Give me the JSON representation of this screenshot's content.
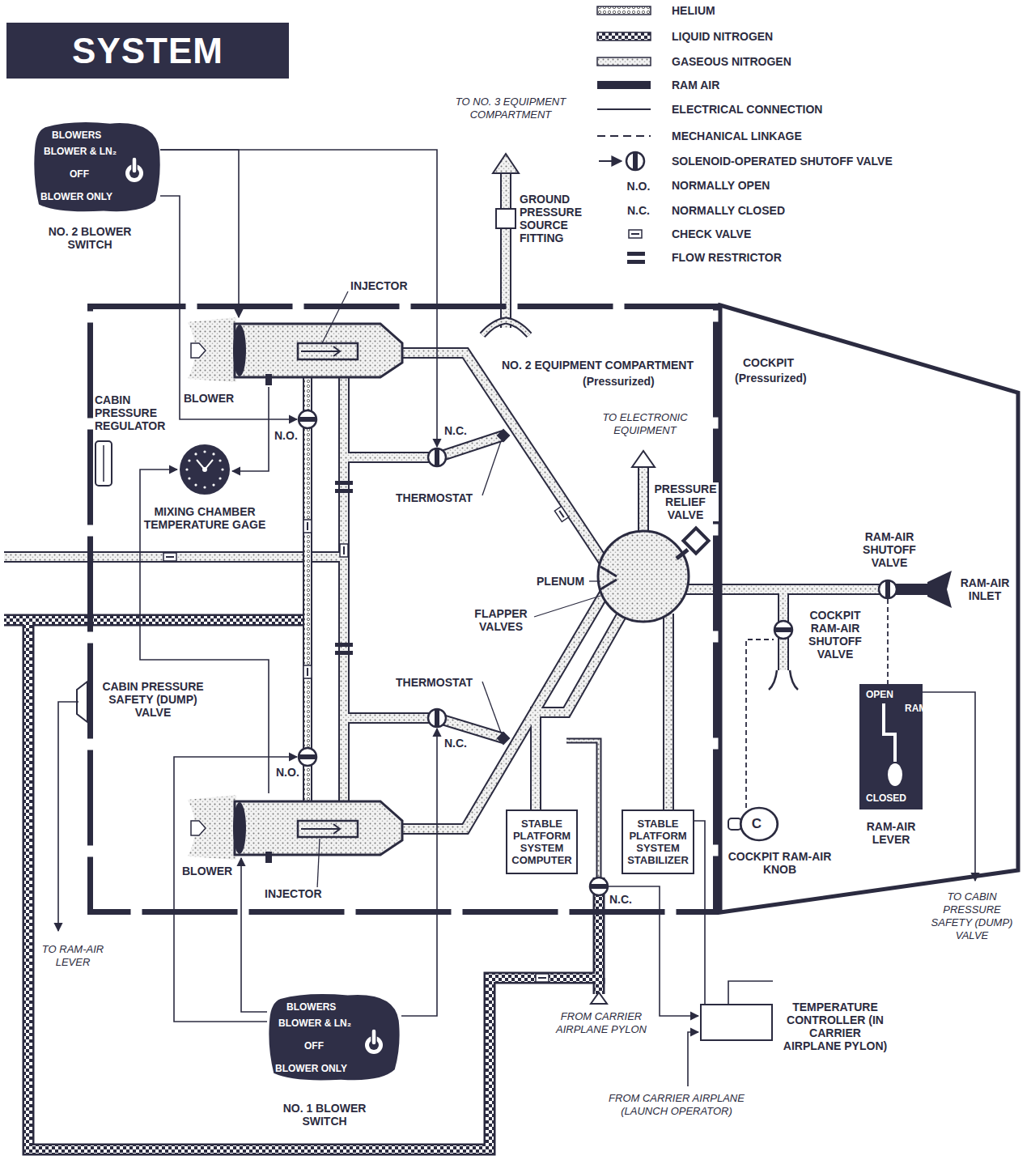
{
  "diagram": {
    "title": "SYSTEM",
    "nodes": [
      {
        "text": [
          "BLOWERS",
          "BLOWER & LN₂",
          "OFF",
          "BLOWER ONLY",
          "NO. 2 BLOWER SWITCH"
        ]
      },
      {
        "text": [
          "NO. 2 EQUIPMENT COMPARTMENT",
          "(Pressurized)"
        ]
      },
      {
        "text": [
          "MIXING CHAMBER TEMPERATURE GAGE"
        ],
        "in": 1
      },
      {
        "text": [
          "STABLE PLATFORM SYSTEM COMPUTER"
        ],
        "in": 1
      },
      {
        "text": [
          "STABLE PLATFORM SYSTEM STABILIZER"
        ],
        "in": 1
      },
      {
        "text": [
          "COCKPIT",
          "(Pressurized)"
        ]
      },
      {
        "text": [
          "C",
          "COCKPIT RAM-AIR KNOB"
        ],
        "in": 5
      },
      {
        "text": [
          "OPEN",
          "RAM AIR",
          "CLOSED",
          "RAM-AIR LEVER"
        ],
        "in": 5
      },
      {
        "text": [
          "BLOWERS",
          "BLOWER & LN₂",
          "OFF",
          "BLOWER ONLY",
          "NO. 1 BLOWER SWITCH"
        ]
      },
      {
        "text": [
          "TEMPERATURE CONTROLLER (IN CARRIER AIRPLANE PYLON)"
        ]
      }
    ],
    "edges": [
      {
        "from": 4,
        "to": 9,
        "arrow": "none"
      }
    ],
    "labels": [
      "N.O.",
      "N.C.",
      "TO NO. 3 EQUIPMENT COMPARTMENT",
      "GROUND PRESSURE SOURCE FITTING",
      "INJECTOR",
      "CABIN PRESSURE REGULATOR",
      "BLOWER",
      "N.O.",
      "N.C.",
      "THERMOSTAT",
      "TO ELECTRONIC EQUIPMENT",
      "PRESSURE RELIEF VALVE",
      "PLENUM",
      "RAM-AIR SHUTOFF VALVE",
      "RAM-AIR INLET",
      "FLAPPER VALVES",
      "COCKPIT RAM-AIR SHUTOFF VALVE",
      "THERMOSTAT",
      "CABIN PRESSURE SAFETY (DUMP) VALVE",
      "N.O.",
      "N.C.",
      "BLOWER",
      "INJECTOR",
      "N.C.",
      "TO RAM-AIR LEVER",
      "FROM CARRIER AIRPLANE PYLON",
      "TO CABIN PRESSURE SAFETY (DUMP) VALVE",
      "FROM CARRIER AIRPLANE (LAUNCH OPERATOR)"
    ],
    "legend": [
      {
        "text": "HELIUM"
      },
      {
        "text": "LIQUID NITROGEN"
      },
      {
        "text": "GASEOUS NITROGEN"
      },
      {
        "text": "RAM AIR"
      },
      {
        "text": "ELECTRICAL CONNECTION"
      },
      {
        "text": "MECHANICAL LINKAGE"
      },
      {
        "text": "SOLENOID-OPERATED SHUTOFF VALVE"
      },
      {
        "text": "NORMALLY OPEN"
      },
      {
        "text": "NORMALLY CLOSED"
      },
      {
        "text": "CHECK VALVE"
      },
      {
        "text": "FLOW RESTRICTOR"
      }
    ]
  }
}
